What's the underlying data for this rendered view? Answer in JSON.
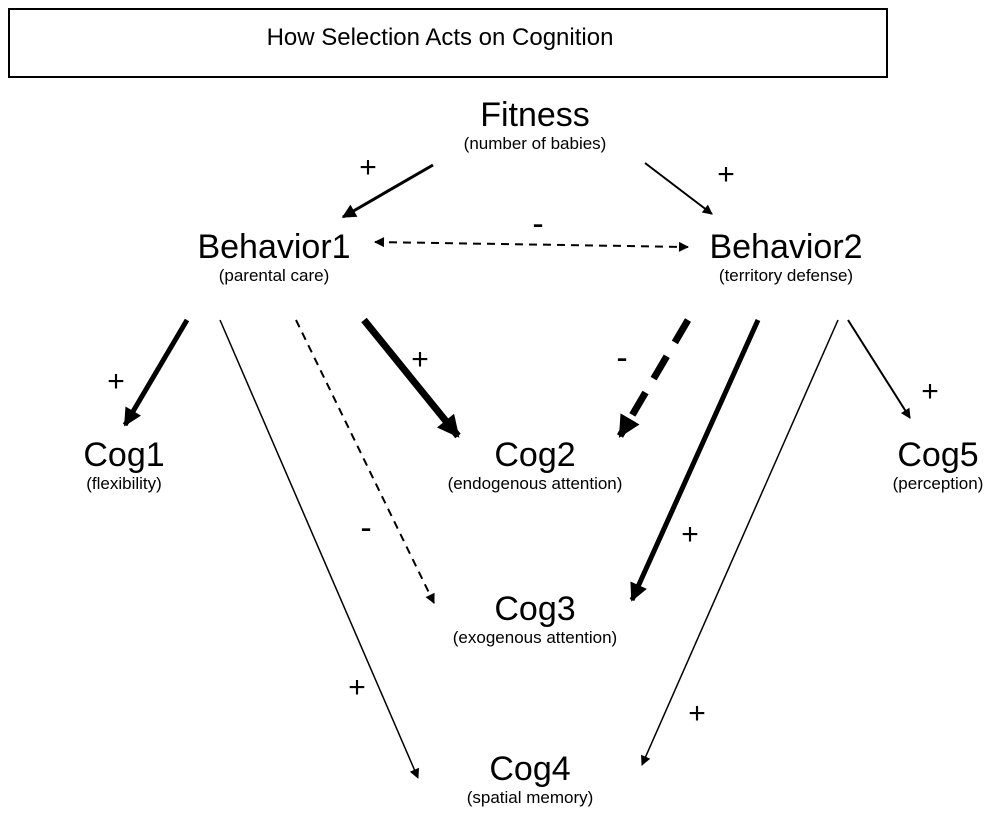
{
  "title": "How Selection Acts on Cognition",
  "nodes": {
    "fitness": {
      "label": "Fitness",
      "sub": "(number of babies)"
    },
    "behavior1": {
      "label": "Behavior1",
      "sub": "(parental care)"
    },
    "behavior2": {
      "label": "Behavior2",
      "sub": "(territory defense)"
    },
    "cog1": {
      "label": "Cog1",
      "sub": "(flexibility)"
    },
    "cog2": {
      "label": "Cog2",
      "sub": "(endogenous attention)"
    },
    "cog3": {
      "label": "Cog3",
      "sub": "(exogenous attention)"
    },
    "cog4": {
      "label": "Cog4",
      "sub": "(spatial memory)"
    },
    "cog5": {
      "label": "Cog5",
      "sub": "(perception)"
    }
  },
  "edges": [
    {
      "id": "fitness-behavior1",
      "from": "fitness",
      "to": "behavior1",
      "sign": "+",
      "style": "solid",
      "weight": "medium"
    },
    {
      "id": "fitness-behavior2",
      "from": "fitness",
      "to": "behavior2",
      "sign": "+",
      "style": "solid",
      "weight": "thin"
    },
    {
      "id": "behavior1-behavior2",
      "from": "behavior1",
      "to": "behavior2",
      "sign": "-",
      "style": "dashed",
      "weight": "thin",
      "bidirectional": true
    },
    {
      "id": "behavior1-cog1",
      "from": "behavior1",
      "to": "cog1",
      "sign": "+",
      "style": "solid",
      "weight": "thick"
    },
    {
      "id": "behavior1-cog2",
      "from": "behavior1",
      "to": "cog2",
      "sign": "+",
      "style": "solid",
      "weight": "thicker"
    },
    {
      "id": "behavior1-cog3",
      "from": "behavior1",
      "to": "cog3",
      "sign": "-",
      "style": "dashed",
      "weight": "thin"
    },
    {
      "id": "behavior1-cog4",
      "from": "behavior1",
      "to": "cog4",
      "sign": "+",
      "style": "solid",
      "weight": "thin"
    },
    {
      "id": "behavior2-cog2",
      "from": "behavior2",
      "to": "cog2",
      "sign": "-",
      "style": "dashed",
      "weight": "thicker"
    },
    {
      "id": "behavior2-cog3",
      "from": "behavior2",
      "to": "cog3",
      "sign": "+",
      "style": "solid",
      "weight": "thick"
    },
    {
      "id": "behavior2-cog4",
      "from": "behavior2",
      "to": "cog4",
      "sign": "+",
      "style": "solid",
      "weight": "thin"
    },
    {
      "id": "behavior2-cog5",
      "from": "behavior2",
      "to": "cog5",
      "sign": "+",
      "style": "solid",
      "weight": "thin"
    }
  ]
}
